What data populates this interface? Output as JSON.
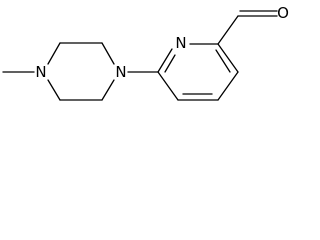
{
  "molecule": {
    "atom_labels": {
      "pyridine_n": "N",
      "piperazine_n_left": "N",
      "piperazine_n_right": "N",
      "aldehyde_o": "O"
    }
  },
  "colors": {
    "bond": "#000000",
    "label": "#000000",
    "background": "#ffffff"
  }
}
